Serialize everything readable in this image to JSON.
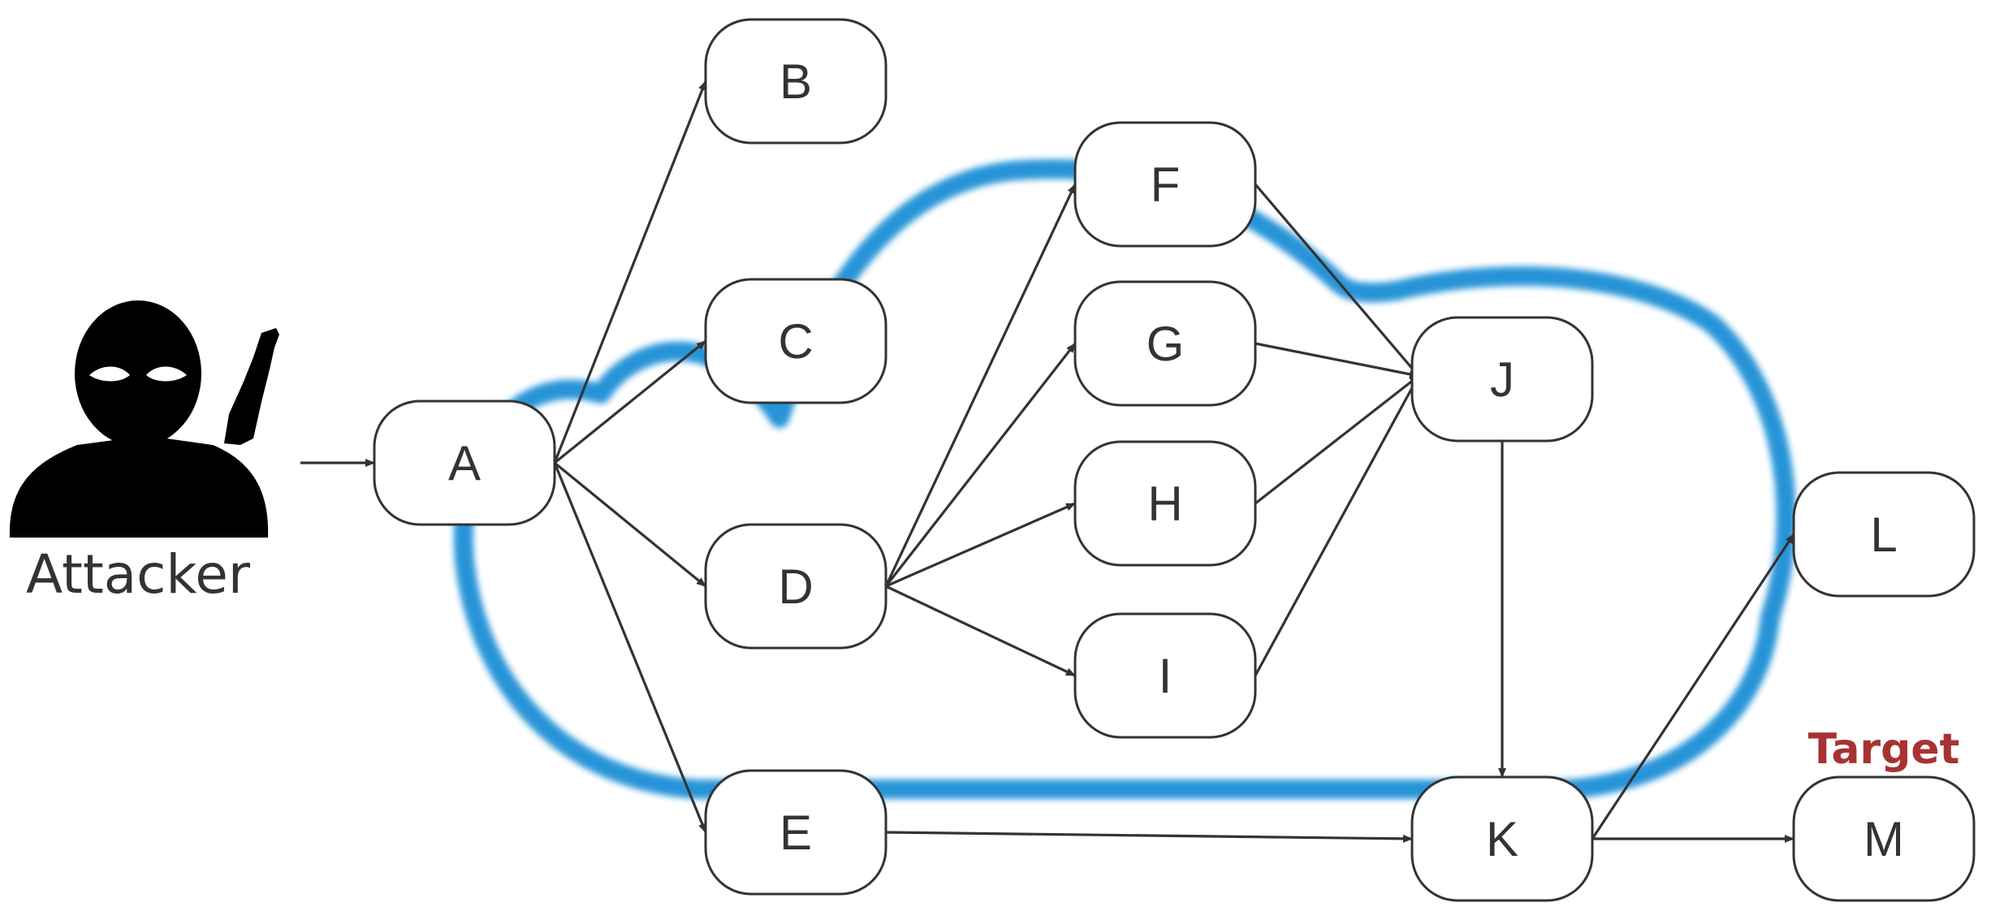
{
  "attacker": {
    "label": "Attacker",
    "icon": "masked-attacker-icon"
  },
  "target": {
    "label": "Target",
    "color": "#a83232"
  },
  "region": {
    "color": "#1e8fd6"
  },
  "colors": {
    "node_stroke": "#333333",
    "edge": "#333333",
    "text": "#333333"
  },
  "nodes": [
    {
      "id": "A",
      "label": "A"
    },
    {
      "id": "B",
      "label": "B"
    },
    {
      "id": "C",
      "label": "C"
    },
    {
      "id": "D",
      "label": "D"
    },
    {
      "id": "E",
      "label": "E"
    },
    {
      "id": "F",
      "label": "F"
    },
    {
      "id": "G",
      "label": "G"
    },
    {
      "id": "H",
      "label": "H"
    },
    {
      "id": "I",
      "label": "I"
    },
    {
      "id": "J",
      "label": "J"
    },
    {
      "id": "K",
      "label": "K"
    },
    {
      "id": "L",
      "label": "L"
    },
    {
      "id": "M",
      "label": "M"
    }
  ],
  "edges": [
    {
      "from": "Attacker",
      "to": "A"
    },
    {
      "from": "A",
      "to": "B"
    },
    {
      "from": "A",
      "to": "C"
    },
    {
      "from": "A",
      "to": "D"
    },
    {
      "from": "A",
      "to": "E"
    },
    {
      "from": "D",
      "to": "F"
    },
    {
      "from": "D",
      "to": "G"
    },
    {
      "from": "D",
      "to": "H"
    },
    {
      "from": "D",
      "to": "I"
    },
    {
      "from": "F",
      "to": "J"
    },
    {
      "from": "G",
      "to": "J"
    },
    {
      "from": "H",
      "to": "J"
    },
    {
      "from": "I",
      "to": "J"
    },
    {
      "from": "J",
      "to": "K"
    },
    {
      "from": "E",
      "to": "K"
    },
    {
      "from": "K",
      "to": "L"
    },
    {
      "from": "K",
      "to": "M"
    }
  ]
}
